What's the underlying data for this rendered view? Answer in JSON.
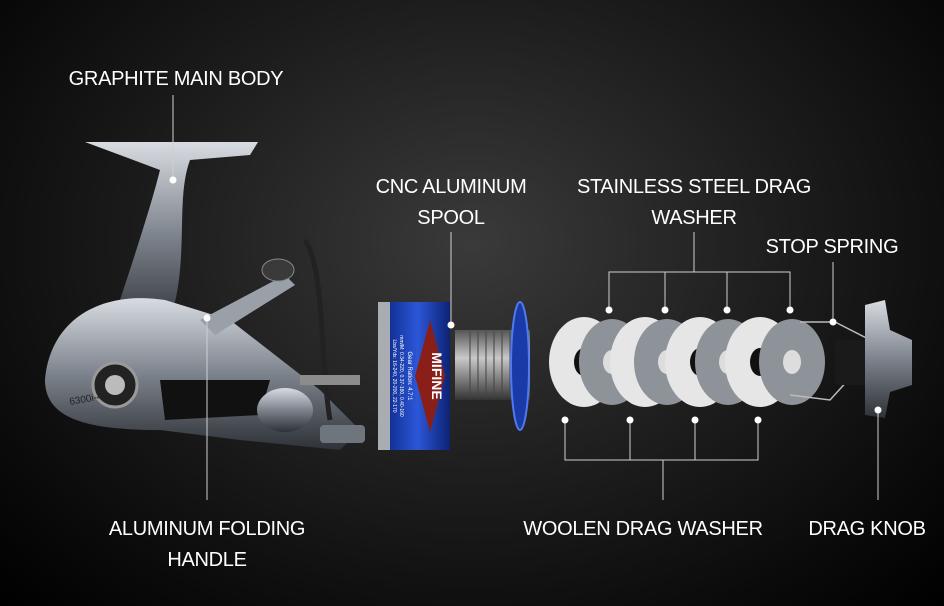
{
  "labels": {
    "graphite_body": "GRAPHITE MAIN BODY",
    "cnc_spool_1": "CNC ALUMINUM",
    "cnc_spool_2": "SPOOL",
    "steel_washer_1": "STAINLESS STEEL DRAG",
    "steel_washer_2": "WASHER",
    "stop_spring": "STOP SPRING",
    "handle_1": "ALUMINUM FOLDING",
    "handle_2": "HANDLE",
    "woolen_washer": "WOOLEN DRAG WASHER",
    "drag_knob": "DRAG KNOB"
  },
  "product_marks": {
    "reel_model": "6300i-4",
    "spool_brand": "MIFINE",
    "spool_gear": "Gear Ration: 4.7:1",
    "spool_mm": "mm/M: 0.34-220, 0.37-180, 0.40-160",
    "spool_lbs": "Lbs/Yds: 16-240, 20-200, 22-170"
  },
  "colors": {
    "spool_blue": "#1c3fb8",
    "label": "#ffffff"
  }
}
